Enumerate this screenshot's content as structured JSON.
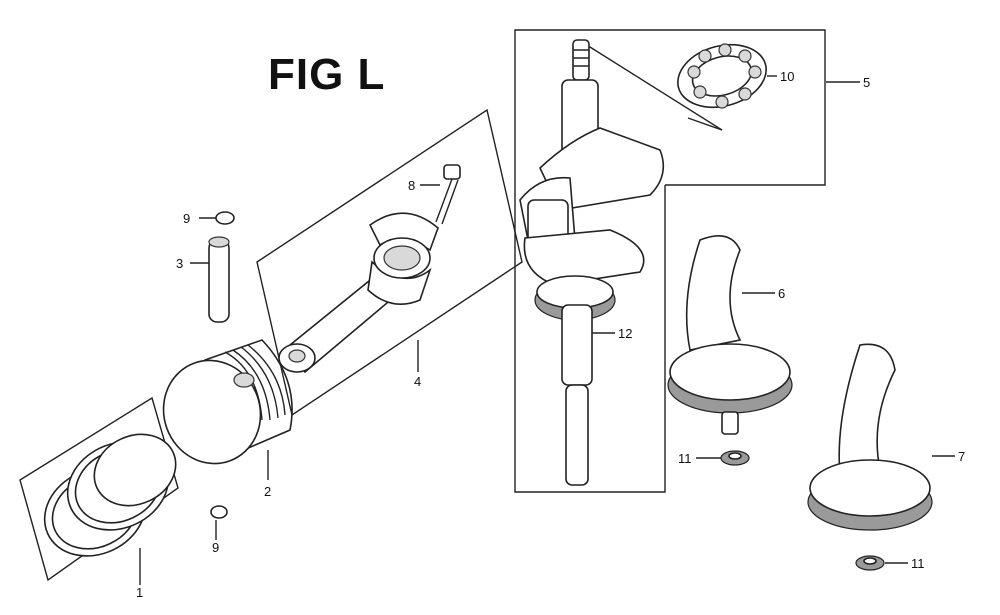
{
  "figure": {
    "title": "FIG L"
  },
  "callouts": {
    "c1": "1",
    "c2": "2",
    "c3": "3",
    "c4": "4",
    "c5": "5",
    "c6": "6",
    "c7": "7",
    "c8": "8",
    "c9a": "9",
    "c9b": "9",
    "c10": "10",
    "c11a": "11",
    "c11b": "11",
    "c12": "12"
  }
}
